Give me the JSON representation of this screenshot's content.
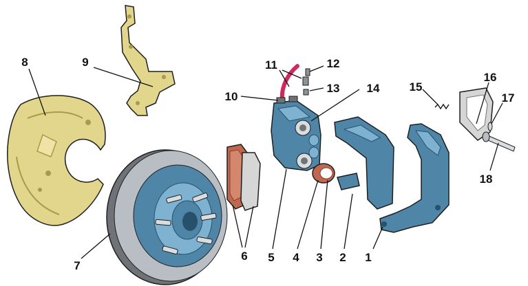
{
  "colors": {
    "background": "#ffffff",
    "blue_part": "#4f86a8",
    "blue_light": "#7fb2d0",
    "blue_dark": "#27506b",
    "yellow_part": "#e2d58c",
    "yellow_dark": "#a99a4a",
    "pad_copper": "#c0684f",
    "pad_grey": "#d6d6d6",
    "rotor_grey": "#b8bec4",
    "rotor_dark": "#6f7378",
    "hose_magenta": "#d1285d",
    "outline": "#1e1e1e"
  },
  "callouts": [
    {
      "id": "1",
      "label": "1"
    },
    {
      "id": "2",
      "label": "2"
    },
    {
      "id": "3",
      "label": "3"
    },
    {
      "id": "4",
      "label": "4"
    },
    {
      "id": "5",
      "label": "5"
    },
    {
      "id": "6",
      "label": "6"
    },
    {
      "id": "7",
      "label": "7"
    },
    {
      "id": "8",
      "label": "8"
    },
    {
      "id": "9",
      "label": "9"
    },
    {
      "id": "10",
      "label": "10"
    },
    {
      "id": "11",
      "label": "11"
    },
    {
      "id": "12",
      "label": "12"
    },
    {
      "id": "13",
      "label": "13"
    },
    {
      "id": "14",
      "label": "14"
    },
    {
      "id": "15",
      "label": "15"
    },
    {
      "id": "16",
      "label": "16"
    },
    {
      "id": "17",
      "label": "17"
    },
    {
      "id": "18",
      "label": "18"
    }
  ]
}
